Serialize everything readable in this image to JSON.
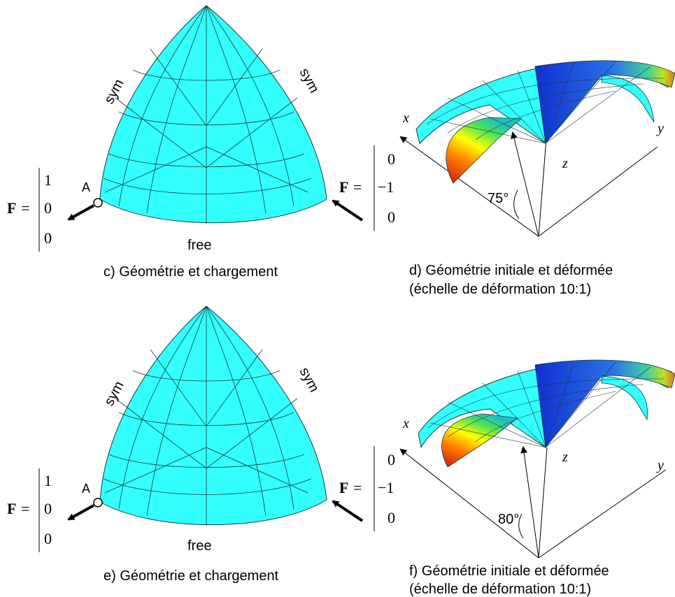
{
  "panels": {
    "c": {
      "label_sym_left": "sym",
      "label_sym_right": "sym",
      "label_free": "free",
      "label_point": "A",
      "force_left": {
        "name": "F",
        "eq": "=",
        "v1": "1",
        "v2": "0",
        "v3": "0"
      },
      "force_right": {
        "name": "F",
        "eq": "=",
        "v1": "0",
        "v2": "−1",
        "v3": "0"
      },
      "caption": "c) Géométrie et chargement"
    },
    "d": {
      "axis_x": "x",
      "axis_y": "y",
      "axis_z": "z",
      "angle": "75°",
      "caption_1": "d) Géométrie initiale et déformée",
      "caption_2": "(échelle de déformation 10:1)"
    },
    "e": {
      "label_sym_left": "sym",
      "label_sym_right": "sym",
      "label_free": "free",
      "label_point": "A",
      "force_left": {
        "name": "F",
        "eq": "=",
        "v1": "1",
        "v2": "0",
        "v3": "0"
      },
      "force_right": {
        "name": "F",
        "eq": "=",
        "v1": "0",
        "v2": "−1",
        "v3": "0"
      },
      "caption": "e) Géométrie et chargement"
    },
    "f": {
      "axis_x": "x",
      "axis_y": "y",
      "axis_z": "z",
      "angle": "80°",
      "caption_1": "f) Géométrie initiale et déformée",
      "caption_2": "(échelle de déformation 10:1)"
    }
  },
  "colors": {
    "mesh_fill": "#33ffff",
    "mesh_line": "#1a3a3a",
    "deformed_blue": "#1a40d8",
    "deformed_red": "#e02010",
    "arrow": "#000000"
  }
}
